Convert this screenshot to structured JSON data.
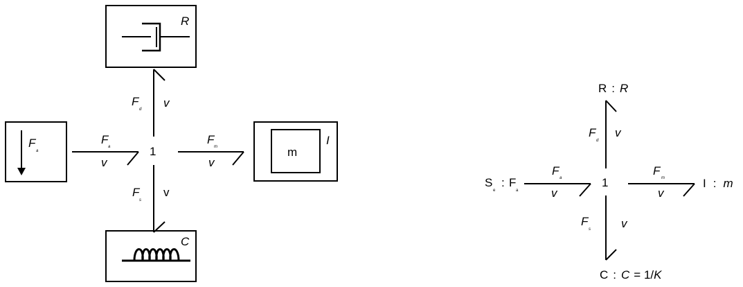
{
  "left": {
    "junction": "1",
    "resistor": {
      "label": "R"
    },
    "inertia": {
      "label": "I",
      "mass": "m"
    },
    "compliance": {
      "label": "C"
    },
    "source": {
      "effort": "F",
      "effort_sub": "a"
    },
    "bonds": {
      "top": {
        "effort": "F",
        "effort_sub": "d",
        "flow": "v"
      },
      "left": {
        "effort": "F",
        "effort_sub": "a",
        "flow": "v"
      },
      "right": {
        "effort": "F",
        "effort_sub": "m",
        "flow": "v"
      },
      "bottom": {
        "effort": "F",
        "effort_sub": "s",
        "flow": "v"
      }
    }
  },
  "right": {
    "junction": "1",
    "top_element": {
      "name": "R",
      "sep": ":",
      "param": "R"
    },
    "right_element": {
      "name": "I",
      "sep": ":",
      "param": "m"
    },
    "bottom_element": {
      "name": "C",
      "sep": ":",
      "param": "C",
      "eq": "= 1/",
      "k": "K"
    },
    "source_element": {
      "name": "S",
      "name_sub": "e",
      "sep": ":",
      "value": "F",
      "value_sub": "a"
    },
    "bonds": {
      "top": {
        "effort": "F",
        "effort_sub": "d",
        "flow": "v"
      },
      "left": {
        "effort": "F",
        "effort_sub": "a",
        "flow": "v"
      },
      "right": {
        "effort": "F",
        "effort_sub": "m",
        "flow": "v"
      },
      "bottom": {
        "effort": "F",
        "effort_sub": "s",
        "flow": "v"
      }
    }
  }
}
